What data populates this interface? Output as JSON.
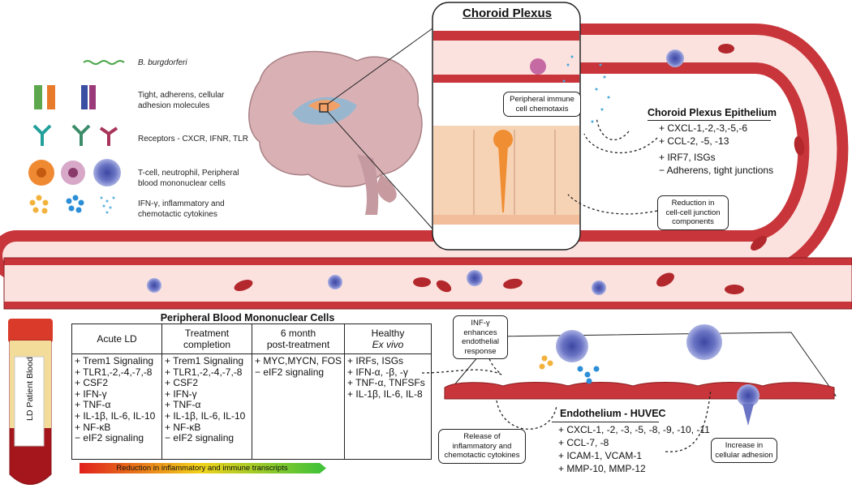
{
  "legend": {
    "b_burgdorferi": "B. burgdorferi",
    "adhesion": [
      "Tight, adherens, cellular",
      "adhesion molecules"
    ],
    "receptors": "Receptors - CXCR, IFNR, TLR",
    "cells": [
      "T-cell, neutrophil, Peripheral",
      "blood mononuclear cells"
    ],
    "cytokines": [
      "IFN-γ, inflammatory and",
      "chemotactic cytokines"
    ]
  },
  "choroid_plexus": {
    "title": "Choroid Plexus",
    "chemotaxis_callout": [
      "Peripheral immune",
      "cell chemotaxis"
    ],
    "epithelium_header": "Choroid Plexus Epithelium",
    "epithelium_list": [
      "+ CXCL-1,-2,-3,-5,-6",
      "+ CCL-2, -5, -13",
      "+ IRF7, ISGs",
      "− Adherens, tight junctions"
    ],
    "junction_callout": [
      "Reduction in",
      "cell-cell junction",
      "components"
    ]
  },
  "pbmc": {
    "title": "Peripheral Blood Mononuclear Cells",
    "columns": [
      {
        "header": [
          "Acute LD"
        ],
        "items": [
          "+ Trem1 Signaling",
          "+ TLR1,-2,-4,-7,-8",
          "+ CSF2",
          "+ IFN-γ",
          "+ TNF-α",
          "+ IL-1β, IL-6, IL-10",
          "+ NF-κB",
          "− eIF2 signaling"
        ]
      },
      {
        "header": [
          "Treatment",
          "completion"
        ],
        "items": [
          "+ Trem1 Signaling",
          "+ TLR1,-2,-4,-7,-8",
          "+ CSF2",
          "+ IFN-γ",
          "+ TNF-α",
          "+ IL-1β, IL-6, IL-10",
          "+ NF-κB",
          "− eIF2 signaling"
        ]
      },
      {
        "header": [
          "6 month",
          "post-treatment"
        ],
        "items": [
          "+ MYC,MYCN, FOS",
          "− eIF2 signaling"
        ]
      },
      {
        "header": [
          "Healthy",
          "Ex vivo"
        ],
        "items": [
          "+ IRFs, ISGs",
          "+ IFN-α, -β, -γ",
          "+ TNF-α, TNFSFs",
          "+ IL-1β, IL-6, IL-8"
        ]
      }
    ],
    "reduction_bar": "Reduction in inflammatory and immune transcripts"
  },
  "tube_label": "LD Patient Blood",
  "endothelium": {
    "header": "Endothelium - HUVEC",
    "list": [
      "+ CXCL-1, -2, -3, -5, -8, -9, -10, -11",
      "+ CCL-7, -8",
      "+ ICAM-1, VCAM-1",
      "+ MMP-10, MMP-12"
    ],
    "inf_callout": [
      "INF-γ enhances",
      "endothelial",
      "response"
    ],
    "release_callout": [
      "Release of",
      "inflammatory and",
      "chemotactic cytokines"
    ],
    "adhesion_callout": [
      "Increase in",
      "cellular adhesion"
    ]
  },
  "colors": {
    "vessel_wall": "#c8353a",
    "vessel_lumen": "#fbe2df",
    "rbc": "#b3282c",
    "epithelium": "#f7d3b5",
    "pbmc": "#5a64b8",
    "bar_start": "#e0201c",
    "bar_end": "#44c238"
  }
}
